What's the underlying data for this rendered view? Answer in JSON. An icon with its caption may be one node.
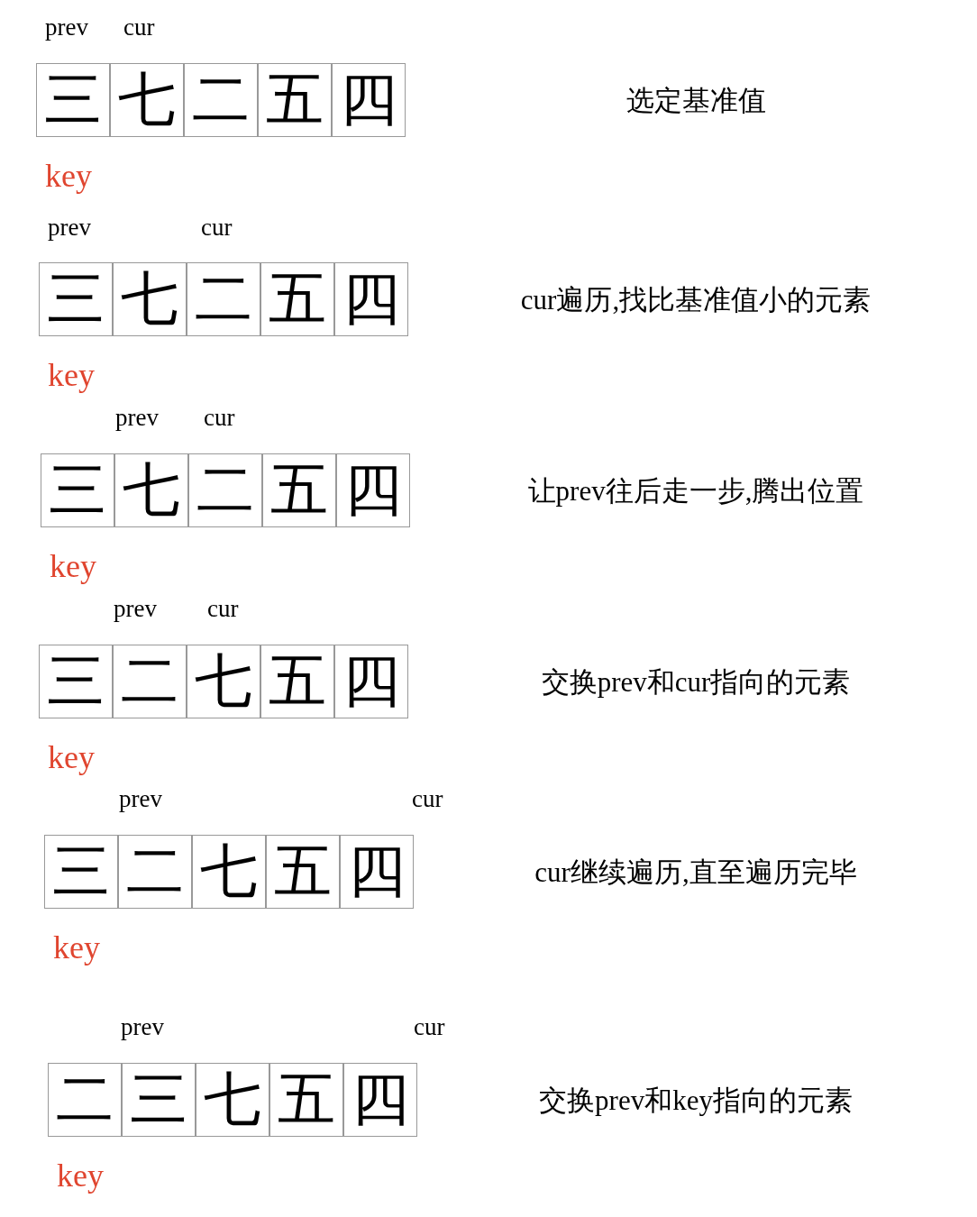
{
  "diagram": {
    "nodes": [
      {
        "text": [
          "三"
        ]
      },
      {
        "text": [
          "七"
        ]
      },
      {
        "text": [
          "二"
        ]
      },
      {
        "text": [
          "五"
        ]
      },
      {
        "text": [
          "四"
        ]
      },
      {
        "text": [
          "三"
        ]
      },
      {
        "text": [
          "七"
        ]
      },
      {
        "text": [
          "二"
        ]
      },
      {
        "text": [
          "五"
        ]
      },
      {
        "text": [
          "四"
        ]
      },
      {
        "text": [
          "三"
        ]
      },
      {
        "text": [
          "七"
        ]
      },
      {
        "text": [
          "二"
        ]
      },
      {
        "text": [
          "五"
        ]
      },
      {
        "text": [
          "四"
        ]
      },
      {
        "text": [
          "三"
        ]
      },
      {
        "text": [
          "二"
        ]
      },
      {
        "text": [
          "七"
        ]
      },
      {
        "text": [
          "五"
        ]
      },
      {
        "text": [
          "四"
        ]
      },
      {
        "text": [
          "三"
        ]
      },
      {
        "text": [
          "二"
        ]
      },
      {
        "text": [
          "七"
        ]
      },
      {
        "text": [
          "五"
        ]
      },
      {
        "text": [
          "四"
        ]
      },
      {
        "text": [
          "二"
        ]
      },
      {
        "text": [
          "三"
        ]
      },
      {
        "text": [
          "七"
        ]
      },
      {
        "text": [
          "五"
        ]
      },
      {
        "text": [
          "四"
        ]
      }
    ],
    "labels": [
      "prev",
      "cur",
      "选定基准值",
      "key",
      "prev",
      "cur",
      "cur遍历,找比基准值小的元素",
      "key",
      "prev",
      "cur",
      "让prev往后走一步,腾出位置",
      "key",
      "prev",
      "cur",
      "交换prev和cur指向的元素",
      "key",
      "prev",
      "cur",
      "cur继续遍历,直至遍历完毕",
      "key",
      "prev",
      "cur",
      "交换prev和key指向的元素",
      "key"
    ]
  }
}
